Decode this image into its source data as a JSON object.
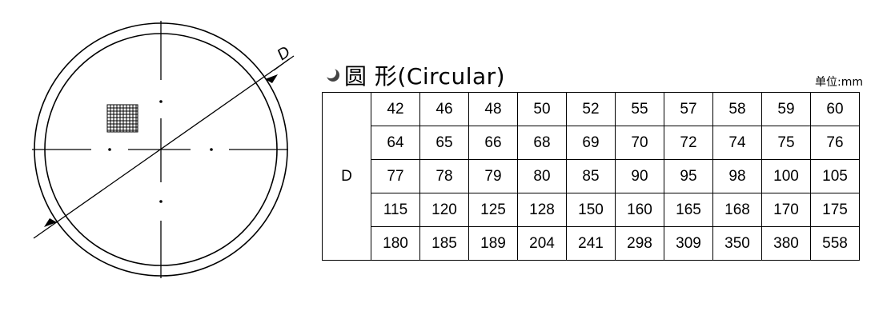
{
  "title": "圆 形(Circular)",
  "unit": "单位:mm",
  "diagram": {
    "dimension_label": "D"
  },
  "table": {
    "row_header": "D",
    "rows": [
      [
        "42",
        "46",
        "48",
        "50",
        "52",
        "55",
        "57",
        "58",
        "59",
        "60"
      ],
      [
        "64",
        "65",
        "66",
        "68",
        "69",
        "70",
        "72",
        "74",
        "75",
        "76"
      ],
      [
        "77",
        "78",
        "79",
        "80",
        "85",
        "90",
        "95",
        "98",
        "100",
        "105"
      ],
      [
        "115",
        "120",
        "125",
        "128",
        "150",
        "160",
        "165",
        "168",
        "170",
        "175"
      ],
      [
        "180",
        "185",
        "189",
        "204",
        "241",
        "298",
        "309",
        "350",
        "380",
        "558"
      ]
    ]
  }
}
